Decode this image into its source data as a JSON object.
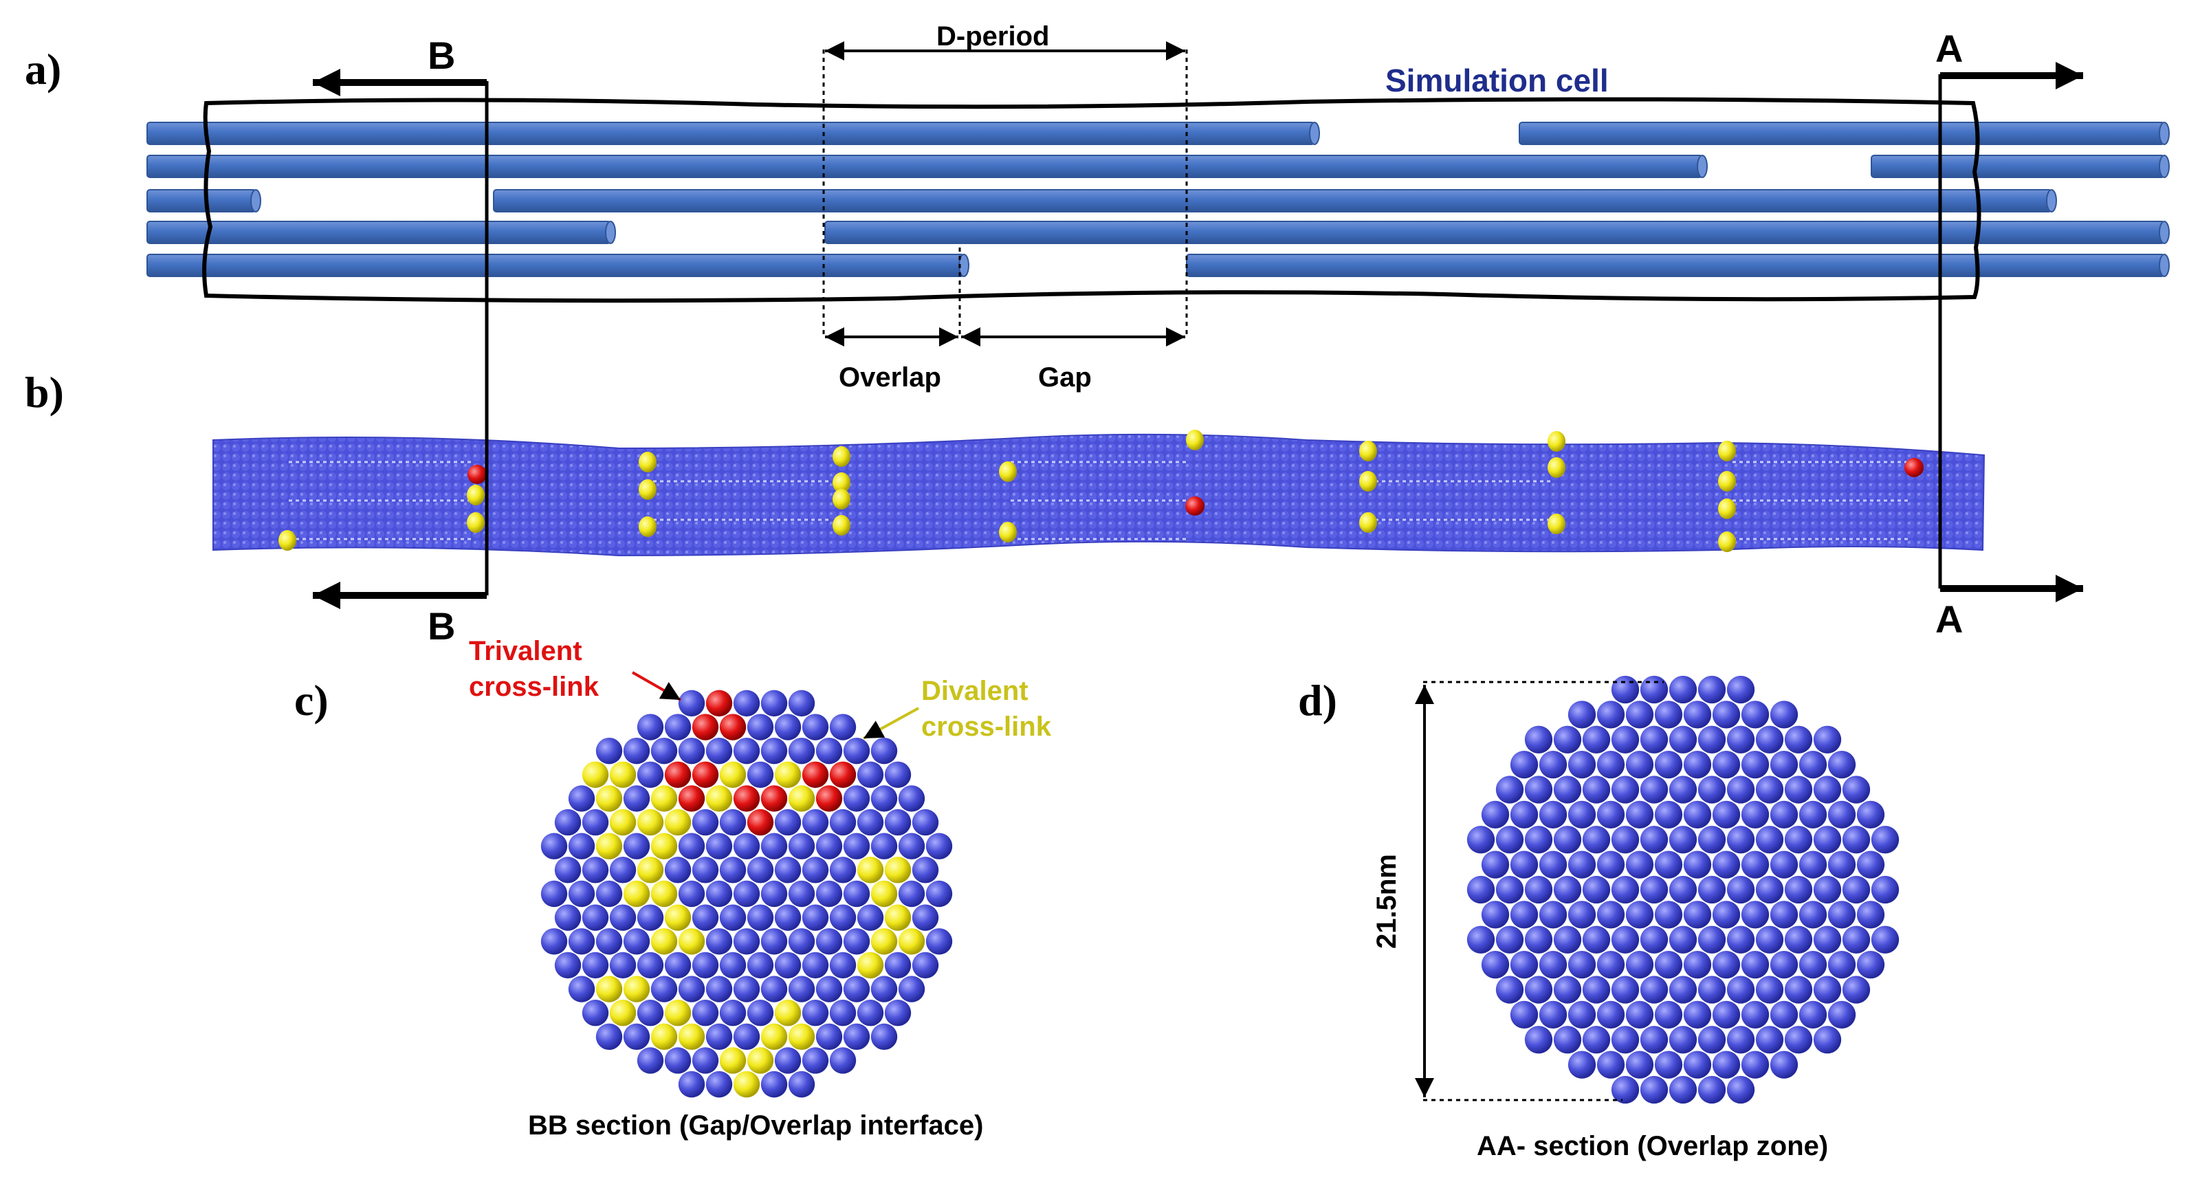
{
  "panels": {
    "a": "a)",
    "b": "b)",
    "c": "c)",
    "d": "d)"
  },
  "sections": {
    "top_left": "B",
    "top_right": "A",
    "bottom_left": "B",
    "bottom_right": "A"
  },
  "labels": {
    "d_period": "D-period",
    "simulation_cell": "Simulation cell",
    "overlap": "Overlap",
    "gap": "Gap",
    "trivalent_line1": "Trivalent",
    "trivalent_line2": "cross-link",
    "divalent_line1": "Divalent",
    "divalent_line2": "cross-link",
    "bb_caption": "BB section (Gap/Overlap interface)",
    "aa_caption": "AA- section (Overlap zone)",
    "diameter": "21.5nm"
  },
  "colors": {
    "molecule_blue": "#4472c4",
    "bead_blue": "#4a50d8",
    "crosslink_yellow": "#f2e81c",
    "crosslink_red": "#e21414",
    "title_blue": "#1f2d8c"
  }
}
